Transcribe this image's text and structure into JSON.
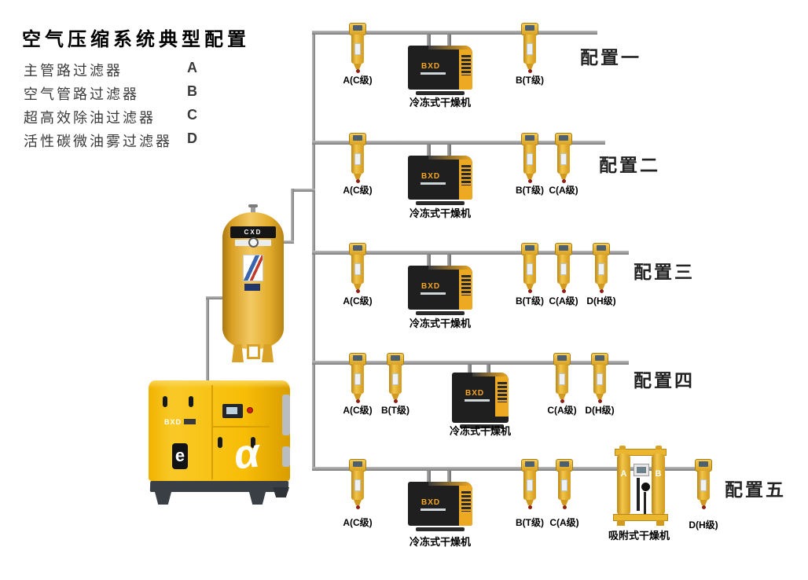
{
  "title": "空气压缩系统典型配置",
  "legend": [
    {
      "name": "主管路过滤器",
      "code": "A"
    },
    {
      "name": "空气管路过滤器",
      "code": "B"
    },
    {
      "name": "超高效除油过滤器",
      "code": "C"
    },
    {
      "name": "活性碳微油雾过滤器",
      "code": "D"
    }
  ],
  "labels": {
    "refrigerated_dryer": "冷冻式干燥机",
    "adsorption_dryer": "吸附式干燥机"
  },
  "brand": {
    "compressor_logo": "BXD",
    "compressor_badge": "e",
    "compressor_swoosh": "α",
    "dryer_logo": "BXD",
    "tank_logo": "CXD",
    "tower_a": "A",
    "tower_b": "B"
  },
  "configs": [
    {
      "name": "配置一",
      "f_a": "A(C级)",
      "f_b": "B(T级)"
    },
    {
      "name": "配置二",
      "f_a": "A(C级)",
      "f_b": "B(T级)",
      "f_c": "C(A级)"
    },
    {
      "name": "配置三",
      "f_a": "A(C级)",
      "f_b": "B(T级)",
      "f_c": "C(A级)",
      "f_d": "D(H级)"
    },
    {
      "name": "配置四",
      "f_a": "A(C级)",
      "f_b": "B(T级)",
      "f_c": "C(A级)",
      "f_d": "D(H级)"
    },
    {
      "name": "配置五",
      "f_a": "A(C级)",
      "f_b": "B(T级)",
      "f_c": "C(A级)",
      "f_d": "D(H级)"
    }
  ],
  "colors": {
    "equipment_yellow": "#E9B32B",
    "compressor_yellow": "#F6BA09",
    "dryer_black": "#1F1F1F",
    "pipe_gray": "#8D8D8D",
    "base_gray": "#3A3F45"
  }
}
